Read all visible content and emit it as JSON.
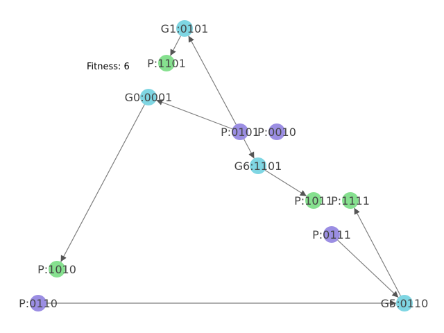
{
  "fitness_text": "Fitness: 6",
  "colors": {
    "genotype": "#7fd6e3",
    "phenotype_green": "#86e08f",
    "phenotype_purple": "#9b8ee3",
    "edge": "#7f7f7f",
    "label": "#444444"
  },
  "nodes": [
    {
      "id": "g1",
      "label": "G1:0101",
      "kind": "genotype"
    },
    {
      "id": "p1101",
      "label": "P:1101",
      "kind": "phenotype_green"
    },
    {
      "id": "g0",
      "label": "G0:0001",
      "kind": "genotype"
    },
    {
      "id": "p0101",
      "label": "P:0101",
      "kind": "phenotype_purple"
    },
    {
      "id": "p0010",
      "label": "P:0010",
      "kind": "phenotype_purple"
    },
    {
      "id": "g6",
      "label": "G6:1101",
      "kind": "genotype"
    },
    {
      "id": "p1011",
      "label": "P:1011",
      "kind": "phenotype_green"
    },
    {
      "id": "p1111",
      "label": "P:1111",
      "kind": "phenotype_green"
    },
    {
      "id": "p0111",
      "label": "P:0111",
      "kind": "phenotype_purple"
    },
    {
      "id": "p1010",
      "label": "P:1010",
      "kind": "phenotype_green"
    },
    {
      "id": "p0110",
      "label": "P:0110",
      "kind": "phenotype_purple"
    },
    {
      "id": "g5",
      "label": "G5:0110",
      "kind": "genotype"
    }
  ],
  "edges": [
    {
      "from": "g1",
      "to": "p1101"
    },
    {
      "from": "p0101",
      "to": "g1"
    },
    {
      "from": "p0101",
      "to": "g0"
    },
    {
      "from": "p0101",
      "to": "g6"
    },
    {
      "from": "g0",
      "to": "p1010"
    },
    {
      "from": "g6",
      "to": "p1011"
    },
    {
      "from": "g5",
      "to": "p1111"
    },
    {
      "from": "p0111",
      "to": "g5"
    },
    {
      "from": "p0110",
      "to": "g5"
    }
  ]
}
